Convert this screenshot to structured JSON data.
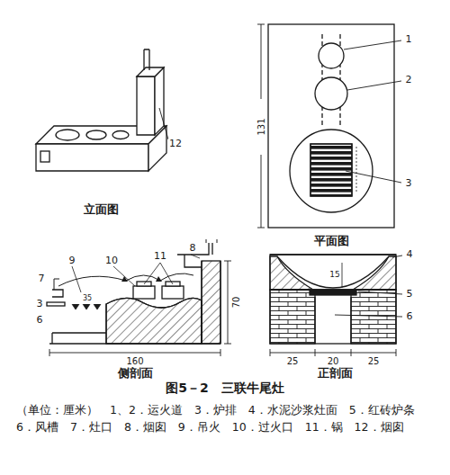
{
  "diagram": {
    "caption": "图5－2　三联牛尾灶",
    "labels": [
      "立面图",
      "12",
      "1",
      "2",
      "3",
      "131",
      "平面图",
      "9",
      "10",
      "11",
      "8",
      "7",
      "35",
      "3",
      "6",
      "160",
      "70",
      "侧剖面",
      "4",
      "15",
      "5",
      "6",
      "25",
      "20",
      "25",
      "正剖面",
      "（单位：厘米）　1、2．运火道　3．炉排　4．水泥沙浆灶面　5．红砖炉条　6．风槽　7．灶口　8．烟囱　9．吊火　10．过火口　11．锅　12．烟囱"
    ]
  }
}
